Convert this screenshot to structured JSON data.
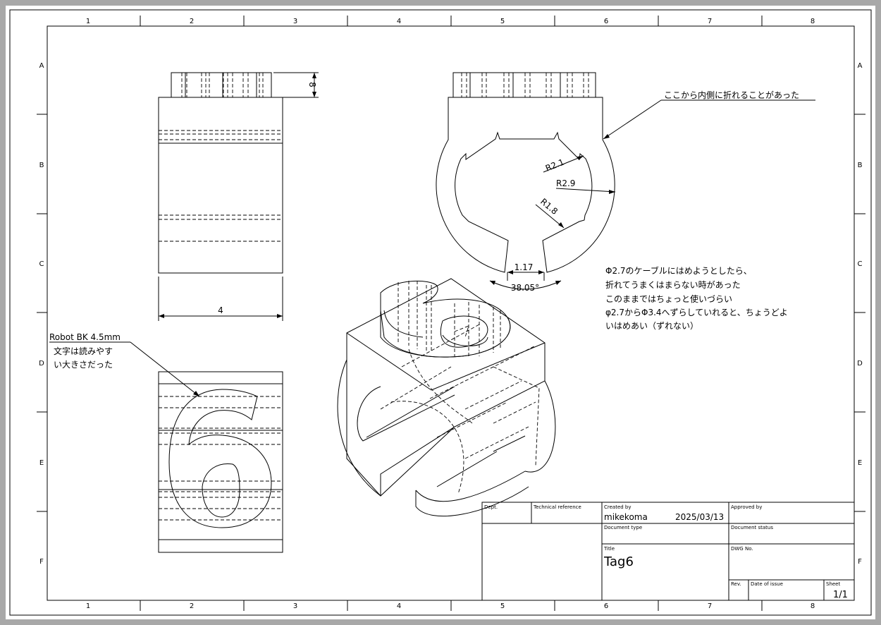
{
  "zones": {
    "columns": [
      "1",
      "2",
      "3",
      "4",
      "5",
      "6",
      "7",
      "8"
    ],
    "rows": [
      "A",
      "B",
      "C",
      "D",
      "E",
      "F"
    ]
  },
  "dimensions": {
    "top_height": "8",
    "front_width": "4",
    "r_outer": "R2.9",
    "r_slot": "R2.1",
    "r_inner": "R1.8",
    "gap": "1.17",
    "angle": "38.05°"
  },
  "notes": {
    "inner_fold": "ここから内側に折れることがあった",
    "font_label": "Robot BK 4.5mm",
    "font_note_line1": "文字は読みやす",
    "font_note_line2": "い大きさだった",
    "cable_line1": "Φ2.7のケーブルにはめようとしたら、",
    "cable_line2": "折れてうまくはまらない時があった",
    "cable_line3": "このままではちょっと使いづらい",
    "cable_line4": "φ2.7からΦ3.4へずらしていれると、ちょうどよ",
    "cable_line5": "いはめあい（ずれない）"
  },
  "title_block": {
    "dept_label": "Dept.",
    "tech_ref_label": "Technical reference",
    "created_by_label": "Created by",
    "created_by": "mikekoma",
    "created_date": "2025/03/13",
    "approved_by_label": "Approved by",
    "doc_type_label": "Document type",
    "doc_status_label": "Document status",
    "title_label": "Title",
    "title": "Tag6",
    "dwg_no_label": "DWG No.",
    "rev_label": "Rev.",
    "date_issue_label": "Date of issue",
    "sheet_label": "Sheet",
    "sheet": "1/1"
  }
}
